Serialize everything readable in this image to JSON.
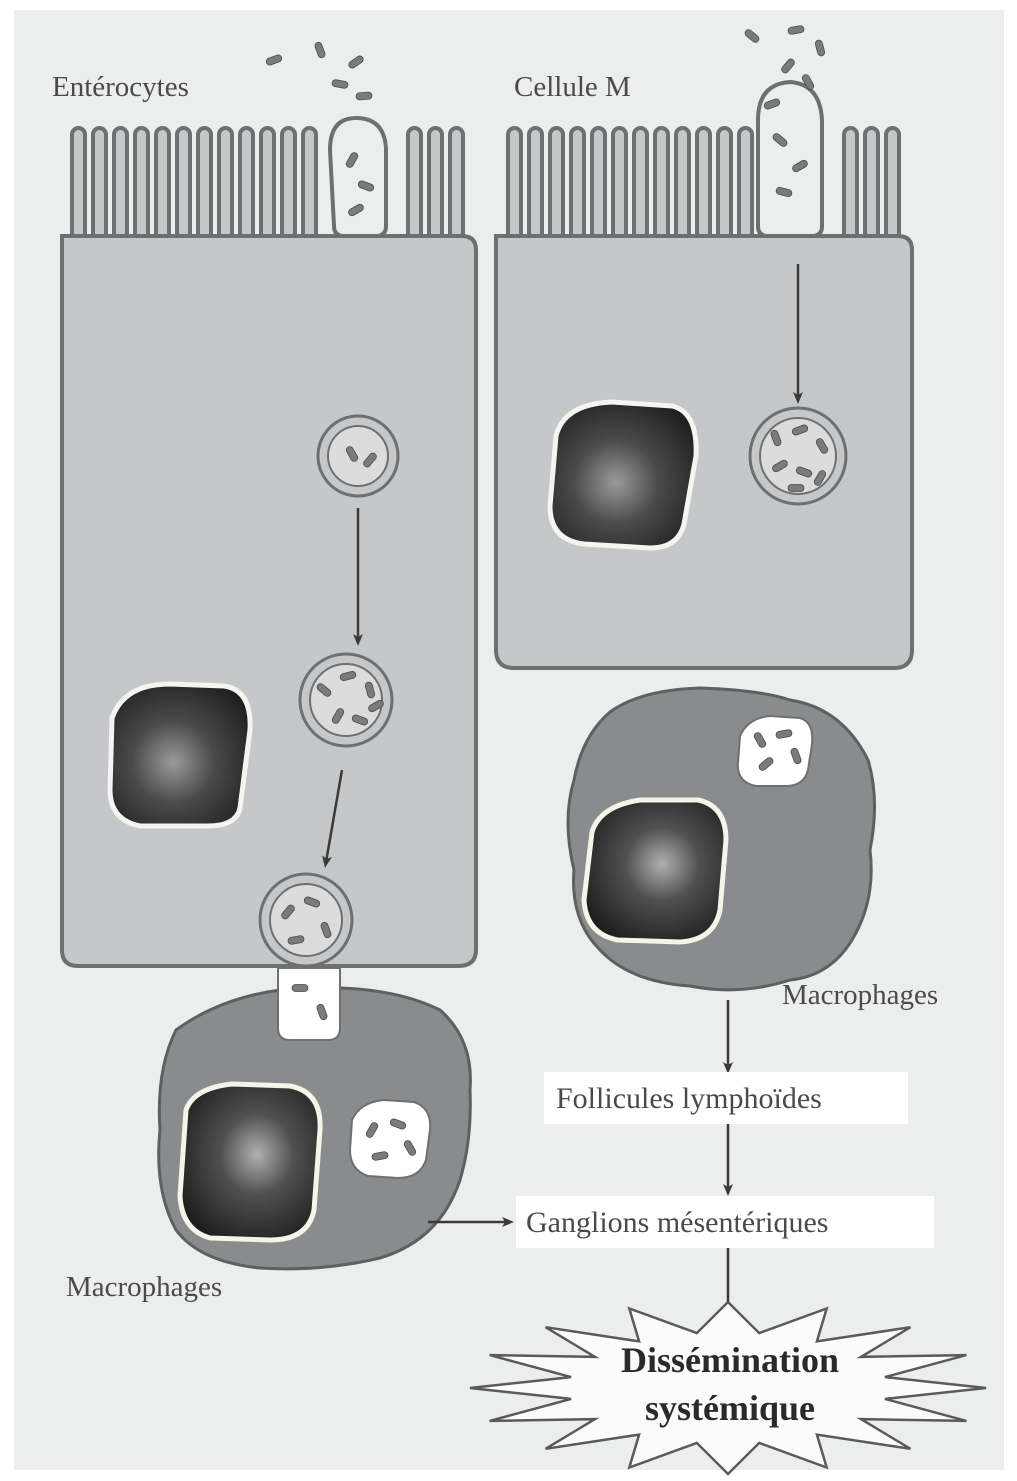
{
  "labels": {
    "enterocytes": "Entérocytes",
    "cellule_m": "Cellule M",
    "macrophages_right": "Macrophages",
    "macrophages_left": "Macrophages",
    "follicules": "Follicules lymphoïdes",
    "ganglions": "Ganglions mésentériques",
    "dissemination_line1": "Dissémination",
    "dissemination_line2": "systémique"
  },
  "colors": {
    "background": "#eceded",
    "cell_fill": "#c6c7c8",
    "cell_stroke": "#6e6f70",
    "macrophage_fill": "#8a8b8c",
    "nucleus_dark": "#2e2e2e",
    "bacteria": "#7a7b7c",
    "arrow": "#3a3a3a"
  }
}
